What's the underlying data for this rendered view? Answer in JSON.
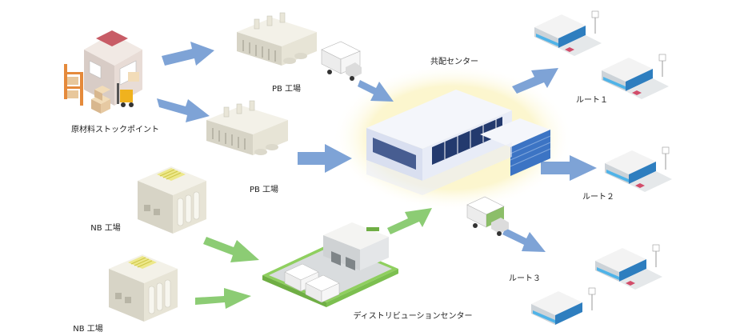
{
  "labels": {
    "raw_material": "原材料ストックポイント",
    "pb_factory_1": "PB 工場",
    "pb_factory_2": "PB 工場",
    "nb_factory_1": "NB 工場",
    "nb_factory_2": "NB 工場",
    "joint_center": "共配センター",
    "distribution_center": "ディストリビューションセンター",
    "route_1": "ルート１",
    "route_2": "ルート２",
    "route_3": "ルート３"
  },
  "colors": {
    "blue_arrow": "#7ea3d6",
    "green_arrow": "#8ccc74",
    "hub_glow": "#fbf6cc",
    "building_cream": "#e9e6d8",
    "store_blue": "#2e7ebf",
    "dc_pad": "#8fcf5f"
  }
}
